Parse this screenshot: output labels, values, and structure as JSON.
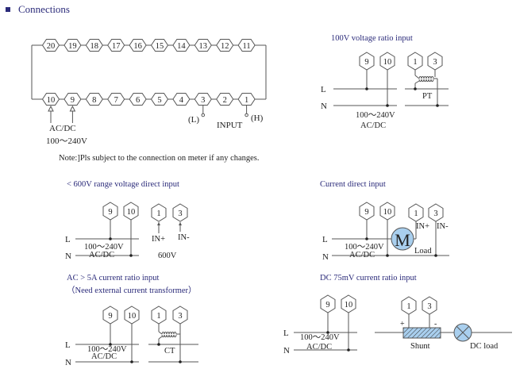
{
  "title": "Connections",
  "main_strip": {
    "top_terminals": [
      "20",
      "19",
      "18",
      "17",
      "16",
      "15",
      "14",
      "13",
      "12",
      "11"
    ],
    "bottom_terminals": [
      "10",
      "9",
      "8",
      "7",
      "6",
      "5",
      "4",
      "3",
      "2",
      "1"
    ],
    "power_label_1": "AC/DC",
    "power_label_2": "100～240V",
    "input_low": "(L)",
    "input_high": "(H)",
    "input_label": "INPUT"
  },
  "note": "Note:]Pls subject to the connection on meter if any changes.",
  "diagrams": {
    "pt": {
      "heading": "100V voltage ratio input",
      "terminals": [
        "9",
        "10",
        "1",
        "3"
      ],
      "line_l": "L",
      "line_n": "N",
      "supply_1": "100～240V",
      "supply_2": "AC/DC",
      "device": "PT"
    },
    "voltage_direct": {
      "heading": "< 600V range voltage direct input",
      "terminals": [
        "9",
        "10",
        "1",
        "3"
      ],
      "line_l": "L",
      "line_n": "N",
      "supply_1": "100～240V",
      "supply_2": "AC/DC",
      "in_plus": "IN+",
      "in_minus": "IN-",
      "range": "600V"
    },
    "current_direct": {
      "heading": "Current direct input",
      "terminals": [
        "9",
        "10",
        "1",
        "3"
      ],
      "line_l": "L",
      "line_n": "N",
      "supply_1": "100～240V",
      "supply_2": "AC/DC",
      "in_plus": "IN+",
      "in_minus": "IN-",
      "meter": "M",
      "load": "Load"
    },
    "ct": {
      "heading_1": "AC > 5A current ratio input",
      "heading_2": "（Need external current transformer）",
      "terminals": [
        "9",
        "10",
        "1",
        "3"
      ],
      "line_l": "L",
      "line_n": "N",
      "supply_1": "100～240V",
      "supply_2": "AC/DC",
      "device": "CT"
    },
    "shunt": {
      "heading": "DC 75mV current ratio input",
      "terminals": [
        "9",
        "10",
        "1",
        "3"
      ],
      "line_l": "L",
      "line_n": "N",
      "supply_1": "100～240V",
      "supply_2": "AC/DC",
      "plus": "+",
      "minus": "-",
      "shunt": "Shunt",
      "load": "DC load"
    }
  },
  "colors": {
    "heading": "#2b2b7a",
    "line": "#555555",
    "meter_fill": "#a9cfee",
    "shunt_fill": "#a9cfee"
  }
}
